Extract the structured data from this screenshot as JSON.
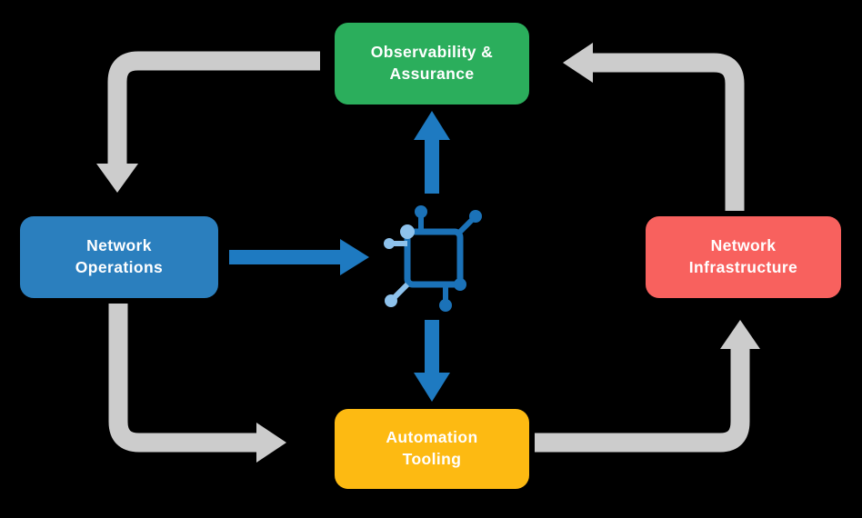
{
  "diagram": {
    "background": "#000000",
    "nodes": {
      "observability": {
        "label": "Observability &\nAssurance",
        "color": "#2bae5c"
      },
      "operations": {
        "label": "Network\nOperations",
        "color": "#2b7fbe"
      },
      "infrastructure": {
        "label": "Network\nInfrastructure",
        "color": "#f8615e"
      },
      "automation": {
        "label": "Automation\nTooling",
        "color": "#fdba12"
      }
    },
    "colors": {
      "cycle_arrow": "#cccccc",
      "flow_arrow": "#1e7ac1",
      "icon_dark": "#1b72b8",
      "icon_light": "#8ec2ec"
    },
    "icons": {
      "center": "network-node-icon"
    }
  }
}
